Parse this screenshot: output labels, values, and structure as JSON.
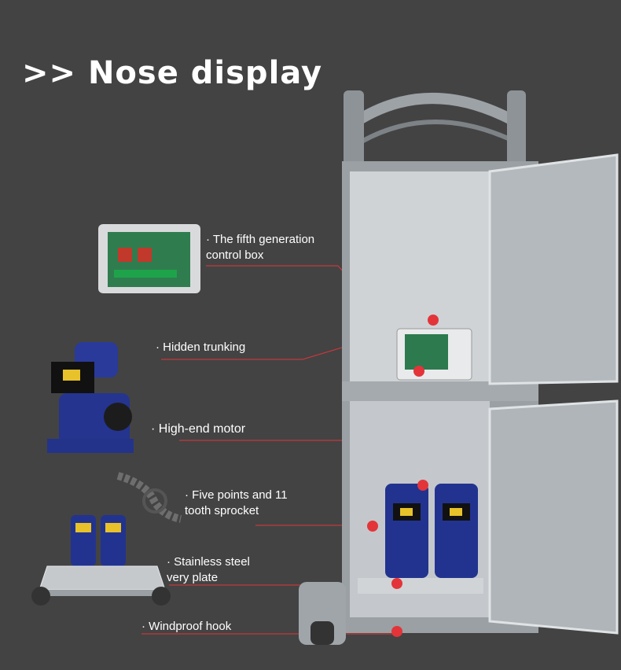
{
  "title": ">> Nose display",
  "labels": {
    "control_box": [
      "· The fifth generation",
      "control box"
    ],
    "hidden_trunking": "· Hidden trunking",
    "high_end_motor": "· High-end motor",
    "sprocket": [
      "· Five points and 11",
      "tooth sprocket"
    ],
    "stainless": [
      "· Stainless steel",
      "very plate"
    ],
    "windproof": "· Windproof hook"
  },
  "colors": {
    "background": "#434343",
    "accent": "#e3343a",
    "motor_blue": "#22338f",
    "steel": "#b8bcc0"
  }
}
